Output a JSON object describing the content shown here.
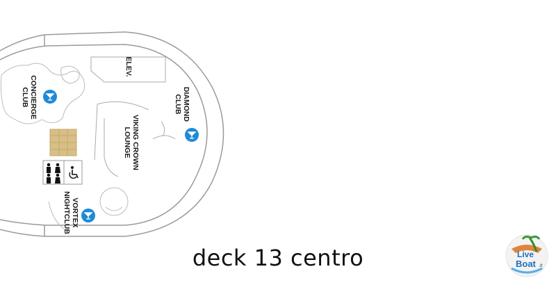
{
  "map": {
    "caption": "deck 13 centro",
    "areas": {
      "elevators": "ELEV.",
      "concierge": [
        "CONCIERGE",
        "CLUB"
      ],
      "diamond": [
        "DIAMOND",
        "CLUB"
      ],
      "viking": [
        "VIKING CROWN",
        "LOUNGE"
      ],
      "vortex": [
        "VORTEX",
        "NIGHTCLUB"
      ]
    },
    "icons": [
      "bar-icon",
      "restroom-icon",
      "accessible-icon",
      "stairs-icon"
    ],
    "colors": {
      "bar_icon": "#1e8ad6",
      "stairs": "#d7bf87",
      "outline": "#9a9a9a"
    }
  },
  "watermark": {
    "line1": "Live",
    "line2": "Boat",
    "suffix": ".it"
  }
}
